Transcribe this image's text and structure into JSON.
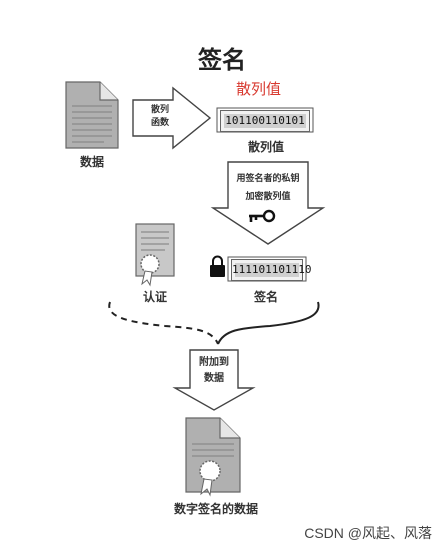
{
  "title": "签名",
  "hash_value_red": "散列值",
  "data_label": "数据",
  "hash_function_label": [
    "散列",
    "函数"
  ],
  "hash_binary": "101100110101",
  "hash_value_label": "散列值",
  "encrypt_label": [
    "用签名者的私钥",
    "加密散列值"
  ],
  "signature_binary": "111101101110",
  "certificate_label": "认证",
  "signature_label": "签名",
  "attach_label": [
    "附加到",
    "数据"
  ],
  "signed_data_label": "数字签名的数据",
  "footer": "CSDN @风起、风落"
}
